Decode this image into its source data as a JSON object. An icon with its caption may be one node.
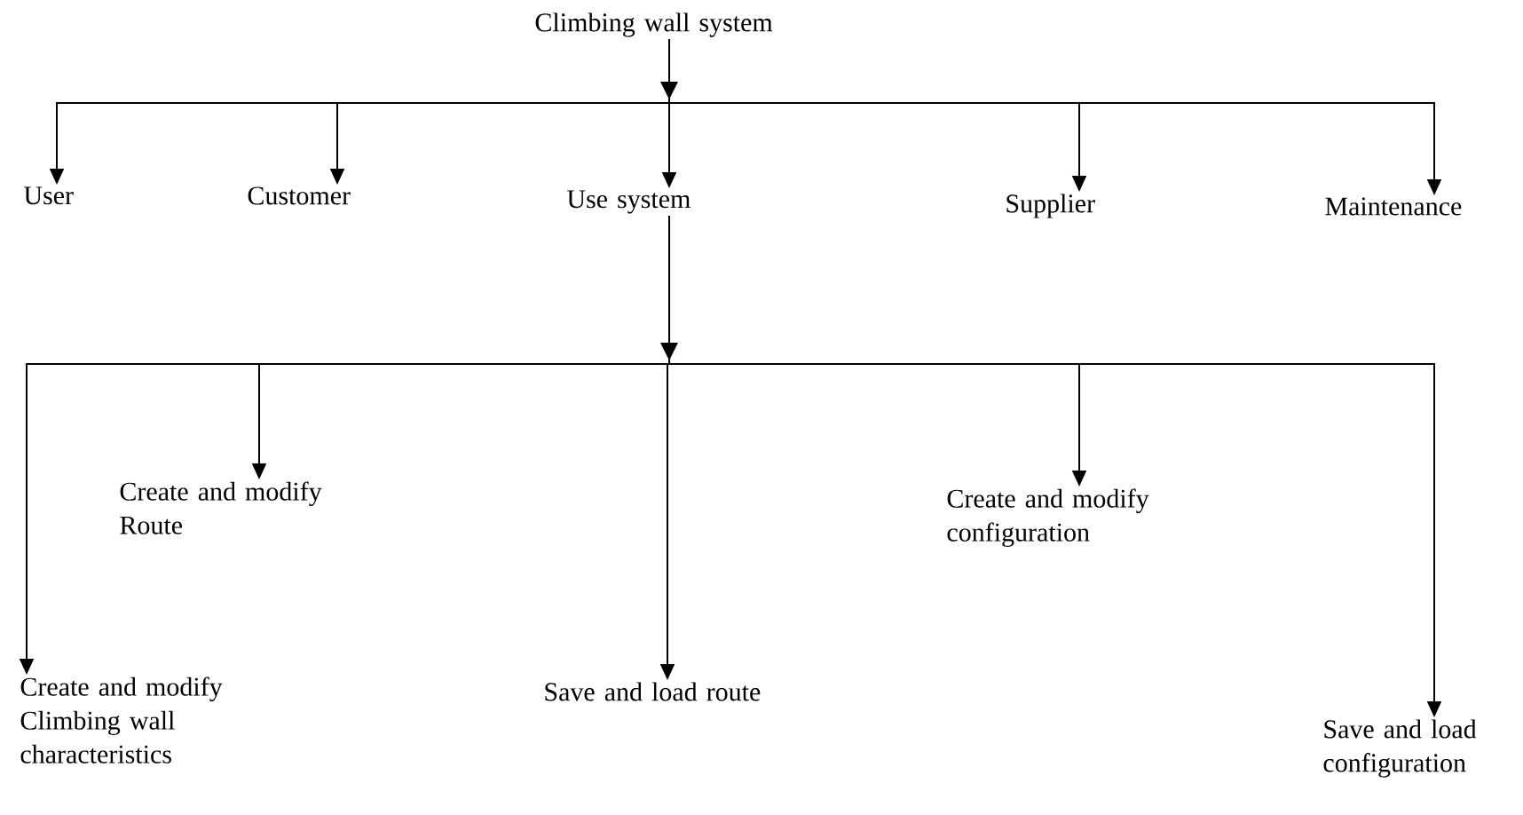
{
  "diagram": {
    "nodes": [
      {
        "text": [
          "Climbing wall system"
        ]
      },
      {
        "text": [
          "User"
        ]
      },
      {
        "text": [
          "Customer"
        ]
      },
      {
        "text": [
          "Use system"
        ]
      },
      {
        "text": [
          "Supplier"
        ]
      },
      {
        "text": [
          "Maintenance"
        ]
      },
      {
        "text": [
          "Create and modify Route"
        ]
      },
      {
        "text": [
          "Create and modify configuration"
        ]
      },
      {
        "text": [
          "Create and modify Climbing wall characteristics"
        ]
      },
      {
        "text": [
          "Save and load route"
        ]
      },
      {
        "text": [
          "Save and load configuration"
        ]
      }
    ],
    "edges": [
      {
        "from": 0,
        "to": 1,
        "arrow": "to"
      },
      {
        "from": 0,
        "to": 2,
        "arrow": "to"
      },
      {
        "from": 0,
        "to": 3,
        "arrow": "to"
      },
      {
        "from": 0,
        "to": 4,
        "arrow": "to"
      },
      {
        "from": 0,
        "to": 5,
        "arrow": "to"
      },
      {
        "from": 3,
        "to": 8,
        "arrow": "to"
      },
      {
        "from": 3,
        "to": 6,
        "arrow": "to"
      },
      {
        "from": 3,
        "to": 9,
        "arrow": "to"
      },
      {
        "from": 3,
        "to": 7,
        "arrow": "to"
      },
      {
        "from": 3,
        "to": 10,
        "arrow": "to"
      }
    ]
  }
}
